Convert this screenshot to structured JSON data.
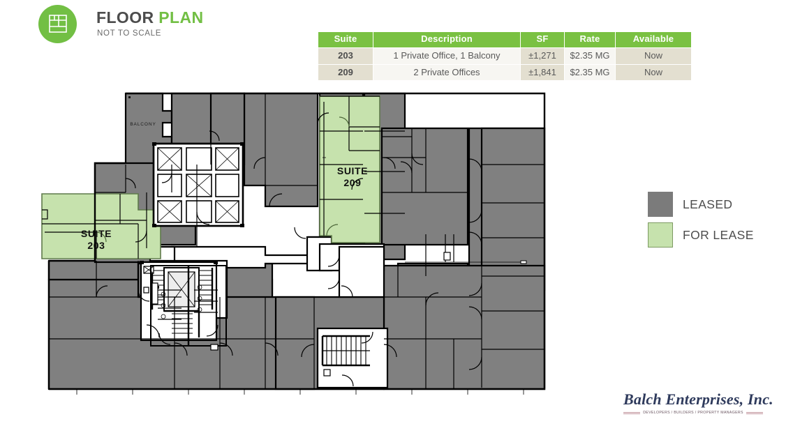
{
  "header": {
    "logo_icon": "floorplan-icon",
    "title_part1": "FLOOR",
    "title_part2": "PLAN",
    "subtitle": "NOT TO SCALE",
    "brand_green": "#72bf44",
    "brand_gray": "#4d4d4d"
  },
  "suite_table": {
    "columns": [
      "Suite",
      "Description",
      "SF",
      "Rate",
      "Available"
    ],
    "rows": [
      {
        "suite": "203",
        "description": "1 Private Office, 1 Balcony",
        "sf": "±1,271",
        "rate": "$2.35 MG",
        "available": "Now"
      },
      {
        "suite": "209",
        "description": "2 Private Offices",
        "sf": "±1,841",
        "rate": "$2.35 MG",
        "available": "Now"
      }
    ],
    "header_bg": "#7ac142",
    "tan_bg": "#e3dfd0",
    "plain_bg": "#f7f6f2"
  },
  "legend": {
    "items": [
      {
        "label": "LEASED",
        "color": "#7b7b7b",
        "swatch": "leased-swatch"
      },
      {
        "label": "FOR LEASE",
        "color": "#c6e2ad",
        "swatch": "for-lease-swatch"
      }
    ]
  },
  "floorplan": {
    "balcony_label": "BALCONY",
    "suites": [
      {
        "name_line1": "SUITE",
        "name_line2": "203"
      },
      {
        "name_line1": "SUITE",
        "name_line2": "209"
      }
    ],
    "leased_fill": "#808080",
    "available_fill": "#c6e2ad",
    "available_stroke": "#5f7a4b",
    "wall_color": "#000000"
  },
  "footer": {
    "company": "Balch Enterprises, Inc.",
    "tagline": "DEVELOPERS / BUILDERS / PROPERTY MANAGERS",
    "color": "#2e3a5c"
  }
}
